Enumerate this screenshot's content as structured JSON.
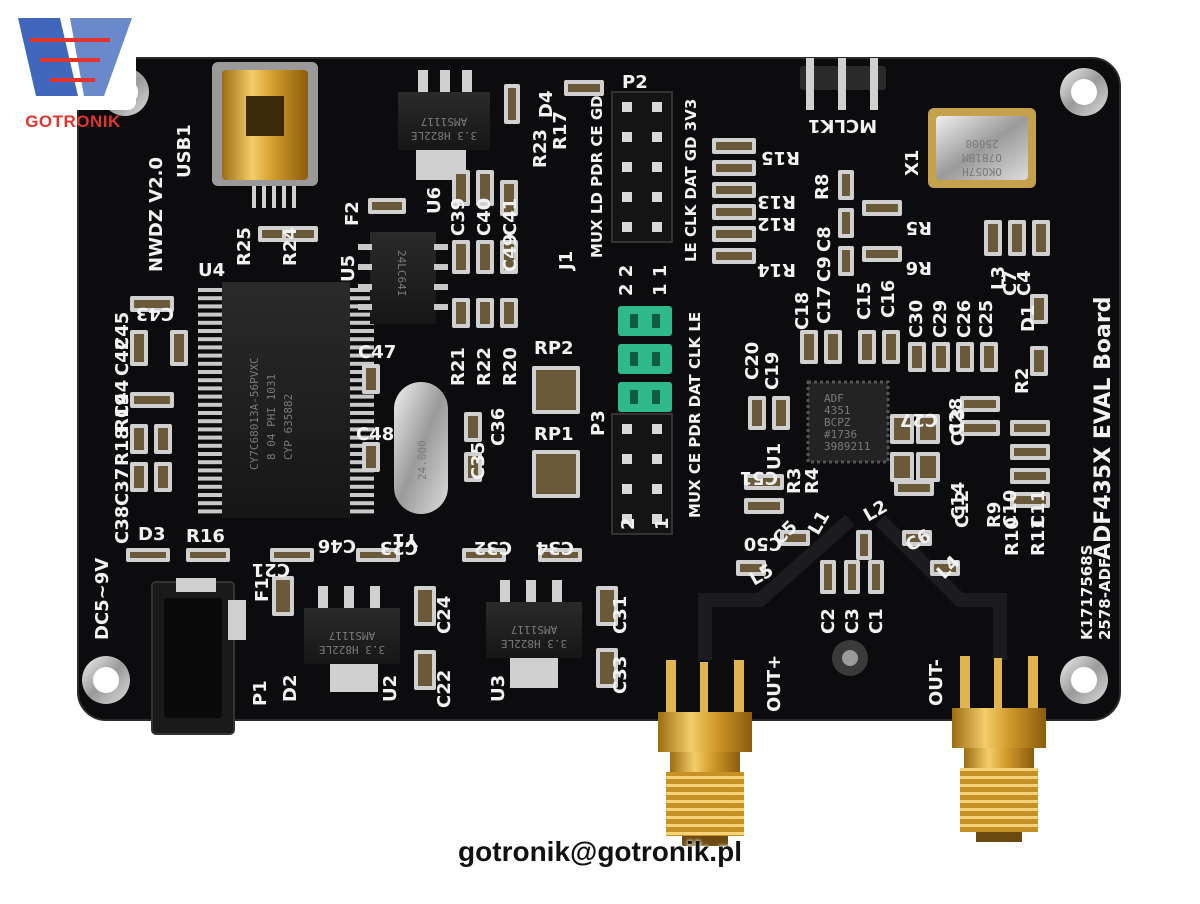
{
  "watermark": {
    "logo_text": "GOTRONIK",
    "caption": "gotronik@gotronik.pl"
  },
  "colors": {
    "pcb": "#0c0c0e",
    "silk": "#f2f2f2",
    "gold": "#d8a531",
    "jumper": "#2fb88a",
    "logo_red": "#e0342c",
    "logo_blue": "#2b57b5"
  },
  "board": {
    "title": "ADF435X EVAL Board",
    "version": "NWDZ V2.0",
    "usb_label": "USB1",
    "power_label": "DC5~9V",
    "output_plus": "OUT+",
    "output_minus": "OUT-",
    "serial": "K1717568S",
    "serial_2": "2578-ADF",
    "mclk_label": "MCLK1",
    "p2_label": "P2",
    "p3_label": "P3",
    "p2_row_a": "MUX LD PDR CE GD",
    "p2_row_b": "LE CLK DAT GD 3V3",
    "p3_row": "MUX CE PDR DAT CLK LE",
    "jumper_pins_top": "2 2",
    "jumper_pins_bottom": "1 1",
    "p3_pin_2": "2",
    "p3_pin_1": "1",
    "components": {
      "u1": "U1",
      "u2": "U2",
      "u3": "U3",
      "u4": "U4",
      "u5": "U5",
      "u6": "U6",
      "f1": "F1",
      "f2": "F2",
      "p1": "P1",
      "d1": "D1",
      "d2": "D2",
      "d3": "D3",
      "d4": "D4",
      "j1": "J1",
      "rp1": "RP1",
      "rp2": "RP2",
      "x1": "X1",
      "y1": "Y1",
      "l1": "L1",
      "l2": "L2",
      "l3": "L3",
      "l4": "L4",
      "l5": "L5",
      "r2": "R2",
      "r3": "R3",
      "r4": "R4",
      "r5": "R5",
      "r6": "R6",
      "r8": "R8",
      "r9": "R9",
      "r10": "R10",
      "r11": "R11",
      "r12": "R12",
      "r13": "R13",
      "r14": "R14",
      "r15": "R15",
      "r16": "R16",
      "r17": "R17",
      "r18": "R18",
      "r19": "R19",
      "r20": "R20",
      "r21": "R21",
      "r22": "R22",
      "r23": "R23",
      "r24": "R24",
      "r25": "R25",
      "c1": "C1",
      "c2": "C2",
      "c3": "C3",
      "c4": "C4",
      "c5": "C5",
      "c6": "C6",
      "c7": "C7",
      "c8": "C8",
      "c9": "C9",
      "c10": "C10",
      "c11": "C11",
      "c12": "C12",
      "c13": "C13",
      "c14": "C14",
      "c15": "C15",
      "c16": "C16",
      "c17": "C17",
      "c18": "C18",
      "c19": "C19",
      "c20": "C20",
      "c21": "C21",
      "c22": "C22",
      "c23": "C23",
      "c24": "C24",
      "c25": "C25",
      "c26": "C26",
      "c27": "C27",
      "c28": "C28",
      "c29": "C29",
      "c30": "C30",
      "c31": "C31",
      "c32": "C32",
      "c33": "C33",
      "c34": "C34",
      "c35": "C35",
      "c36": "C36",
      "c37": "C37",
      "c38": "C38",
      "c39": "C39",
      "c40": "C40",
      "c41": "C41",
      "c42": "C42",
      "c43": "C43",
      "c44": "C44",
      "c45": "C45",
      "c46": "C46",
      "c47": "C47",
      "c48": "C48",
      "c49": "C49",
      "c50": "C50",
      "c51": "C51"
    },
    "chips": {
      "u4_marking": "CY7C68013A-56PVXC",
      "u4_marking_2": "8 04 PHI 1031",
      "u4_marking_3": "CYP 635882",
      "u5_marking": "24LC64I",
      "u6_marking": "AMS1117",
      "u6_marking_2": "3.3 H822LE",
      "u1_marking": "ADF",
      "u1_marking_2": "4351",
      "u1_marking_3": "BCPZ",
      "u1_marking_4": "#1736",
      "u1_marking_5": "3989211",
      "u2_marking": "AMS1117",
      "u2_marking_2": "3.3 H822LE",
      "u3_marking": "AMS1117",
      "u3_marking_2": "3.3 H822LE",
      "x1_marking": "25000",
      "x1_marking_2": "O7B1BM",
      "x1_marking_3": "OKO57H",
      "y1_marking": "24.000"
    }
  }
}
